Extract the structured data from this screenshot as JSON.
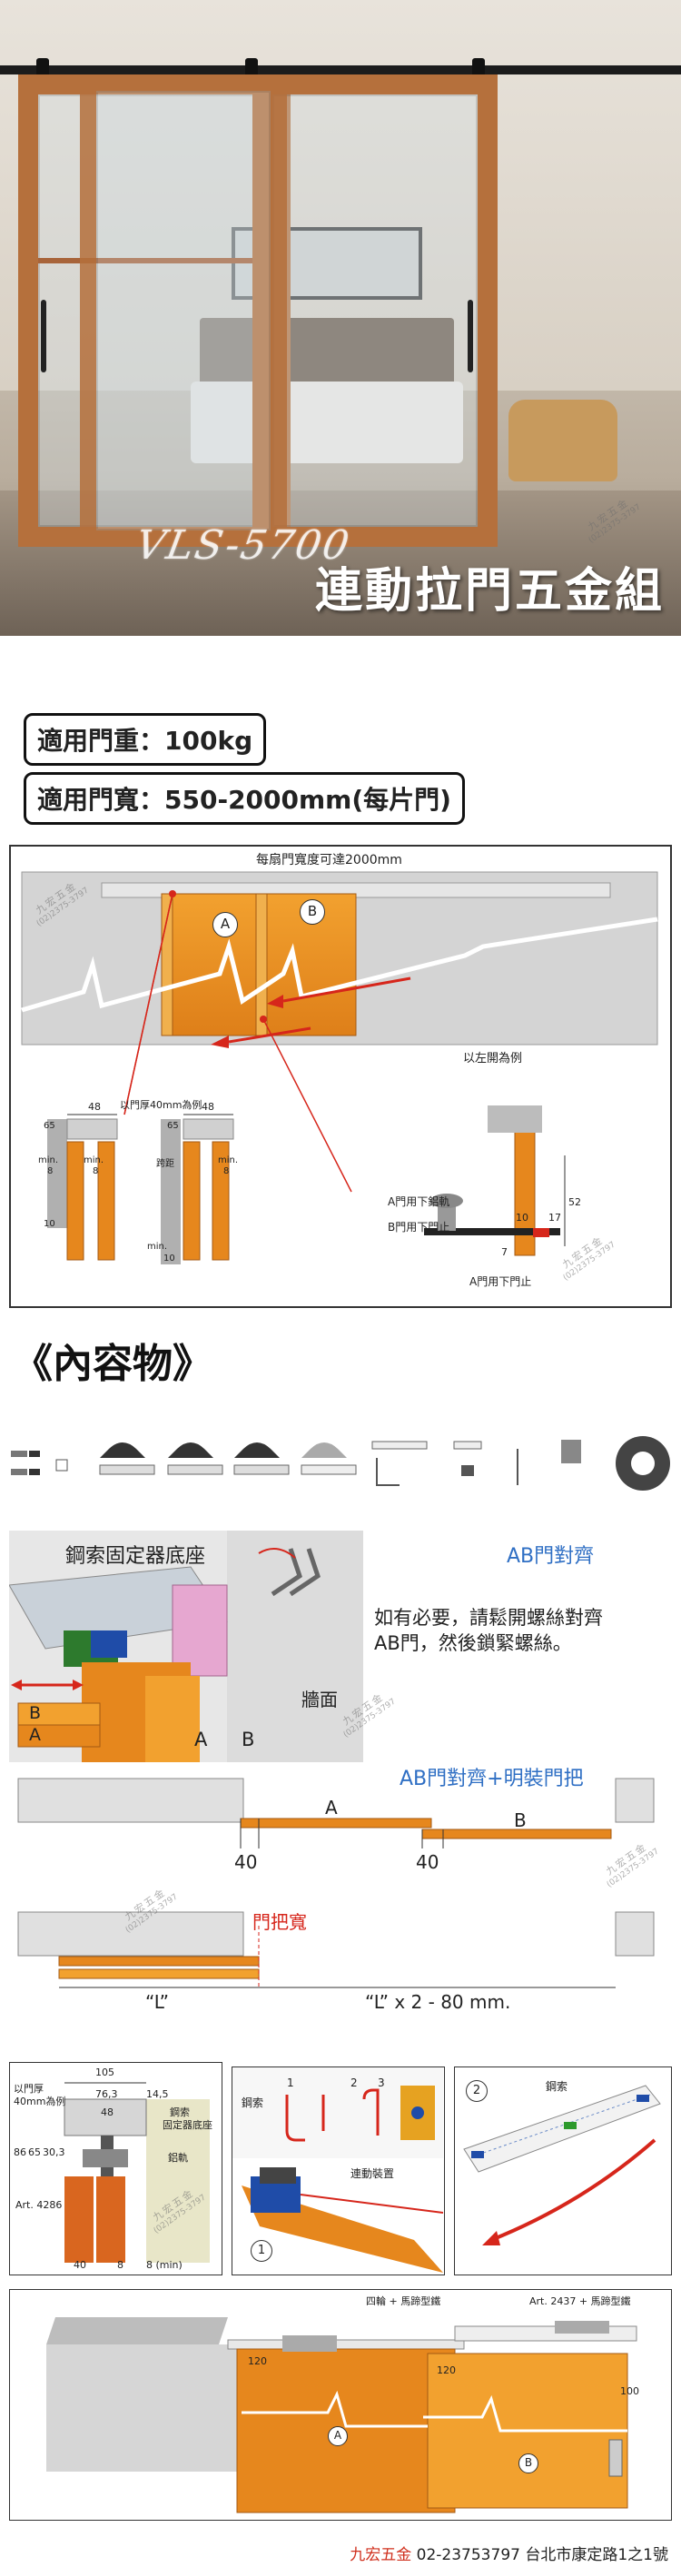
{
  "hero": {
    "brand_script": "VLS-5700",
    "title": "連動拉門五金組",
    "watermark_brand": "九宏五金",
    "watermark_phone": "(02)2375-3797"
  },
  "specs": {
    "weight": "適用門重：100kg",
    "width": "適用門寬：550-2000mm(每片門)"
  },
  "diagram1": {
    "top_label": "每扇門寬度可達2000mm",
    "door_a": "A",
    "door_b": "B",
    "left_open_note": "以左開為例",
    "thickness_note": "以門厚40mm為例",
    "dim_48": "48",
    "dim_65": "65",
    "dim_min": "min.",
    "dim_8": "8",
    "dim_10": "10",
    "door_gap": "跨距",
    "stop_a": "A門用下鋁軌",
    "stop_b": "B門用下門止",
    "stop_bottom": "A門用下門止",
    "dim_52": "52",
    "dim_17": "17",
    "dim_7": "7"
  },
  "contents": {
    "heading": "《內容物》"
  },
  "align": {
    "cable_base": "鋼索固定器底座",
    "ab_align_title": "AB門對齊",
    "ab_align_note_1": "如有必要，請鬆開螺絲對齊",
    "ab_align_note_2": "AB門，然後鎖緊螺絲。",
    "wall": "牆面",
    "a": "A",
    "b": "B"
  },
  "handle": {
    "title": "AB門對齊+明裝門把",
    "a": "A",
    "b": "B",
    "dim_40": "40",
    "handle_width": "門把寬",
    "l_label": "“L”",
    "l_formula": "“L” x 2 - 80 mm."
  },
  "tech": {
    "thickness_note_1": "以門厚",
    "thickness_note_2": "40mm為例",
    "dim_105": "105",
    "dim_76_3": "76,3",
    "dim_48": "48",
    "dim_14_5": "14,5",
    "base_1": "鋼索",
    "base_2": "固定器底座",
    "aluminum": "鋁軌",
    "dim_86": "86",
    "dim_65": "65",
    "dim_30_3": "30,3",
    "art_4286": "Art. 4286",
    "dim_40": "40",
    "dim_8": "8",
    "dim_8min": "8 (min)",
    "cable": "鋼索",
    "n1": "1",
    "n2": "2",
    "n3": "3",
    "linkage": "連動裝置",
    "cable_2": "鋼索"
  },
  "bottom": {
    "wheels": "四輪 + 馬蹄型鐵",
    "art_2437": "Art. 2437 + 馬蹄型鐵",
    "dim_120a": "120",
    "dim_120b": "120",
    "dim_100": "100",
    "a": "A",
    "b": "B"
  },
  "footer": {
    "brand": "九宏五金",
    "contact": "02-23753797  台北市康定路1之1號"
  }
}
